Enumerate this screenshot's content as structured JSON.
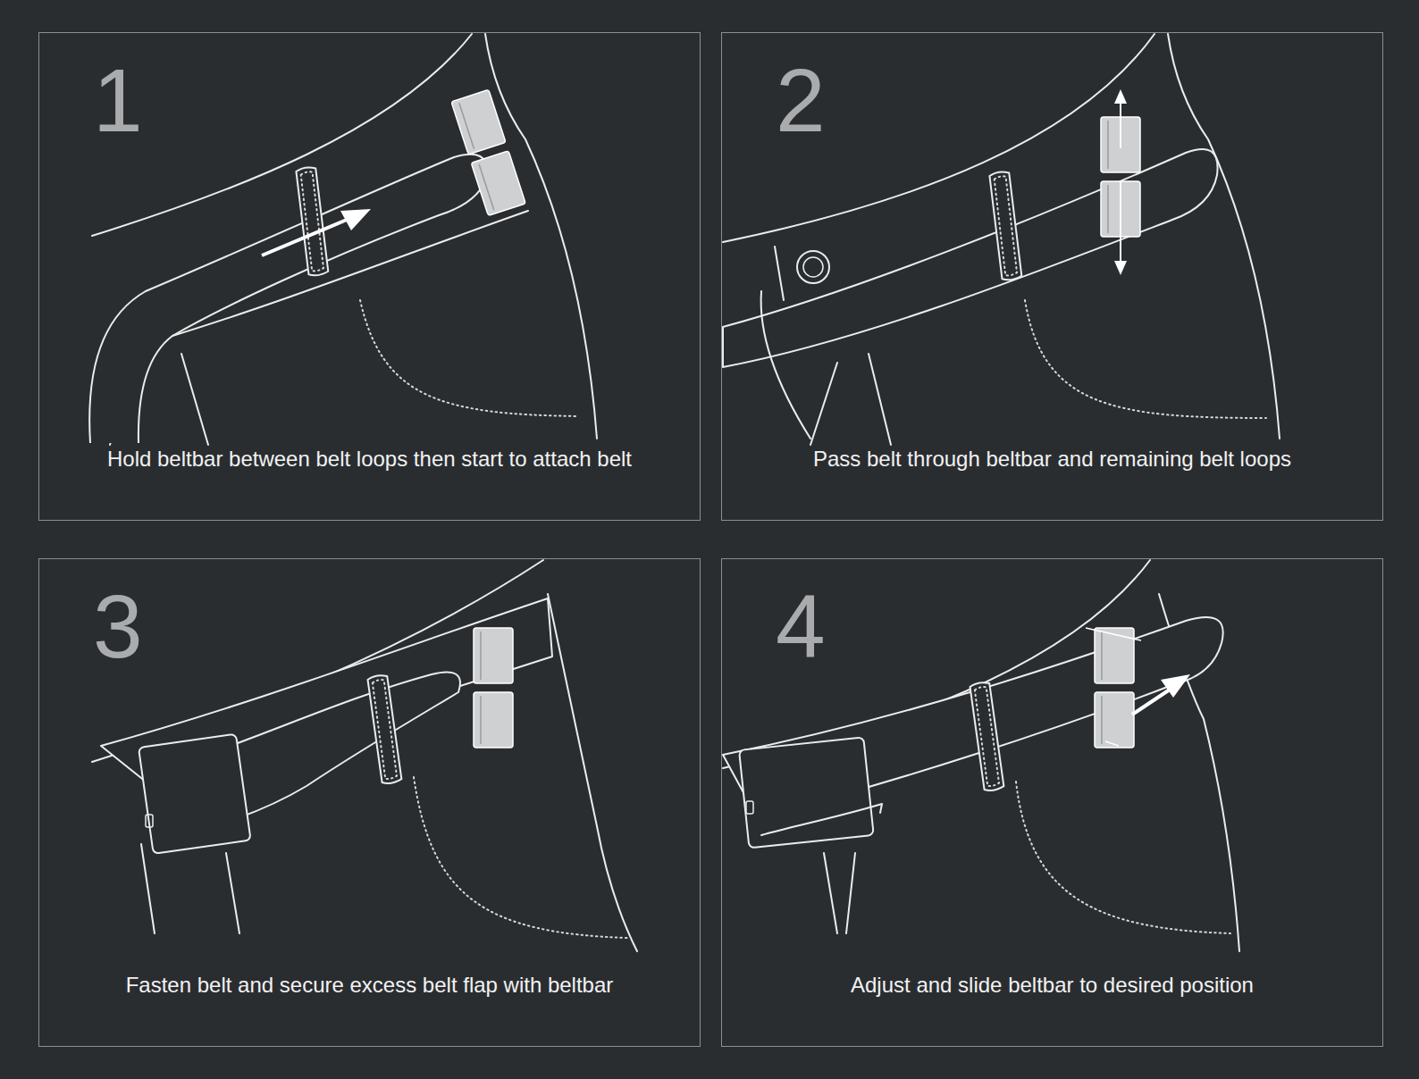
{
  "diagram": {
    "nodes": [
      {
        "text": [
          "1",
          "Hold beltbar between belt loops then start to attach belt"
        ]
      },
      {
        "text": [
          "2",
          "Pass belt through beltbar and remaining belt loops"
        ]
      },
      {
        "text": [
          "3",
          "Fasten belt and secure excess belt flap with beltbar"
        ]
      },
      {
        "text": [
          "4",
          "Adjust and slide beltbar to desired position"
        ]
      }
    ]
  }
}
